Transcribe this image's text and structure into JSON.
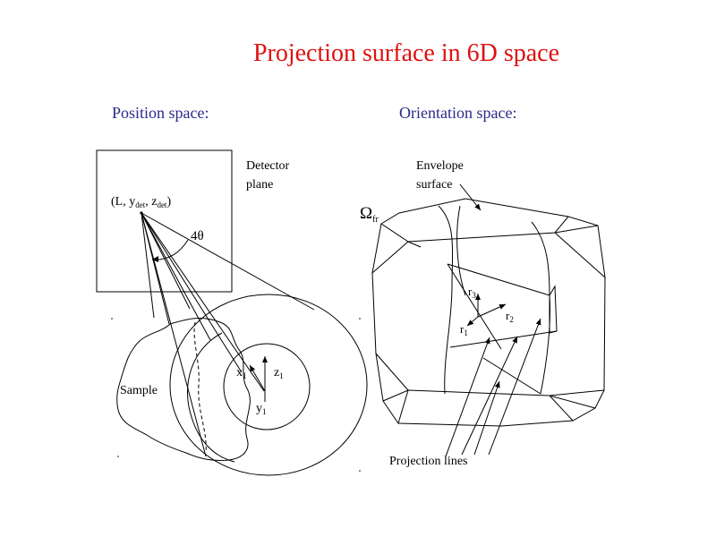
{
  "title": "Projection surface  in 6D space",
  "left_panel": {
    "heading": "Position space:",
    "detector_label_line1": "Detector",
    "detector_label_line2": "plane",
    "point_label": "(L, y",
    "point_sub1": "det",
    "point_mid": ", z",
    "point_sub2": "det",
    "point_end": ")",
    "angle_label": "4θ",
    "sample_label": "Sample",
    "axis_x": "x",
    "axis_y": "y",
    "axis_z": "z",
    "axis_sub": "1"
  },
  "right_panel": {
    "heading": "Orientation space:",
    "envelope_line1": "Envelope",
    "envelope_line2": "surface",
    "omega_symbol": "Ω",
    "omega_sub": "fr",
    "r1": "r",
    "r2": "r",
    "r3": "r",
    "r1_sub": "1",
    "r2_sub": "2",
    "r3_sub": "3",
    "projection_label": "Projection lines"
  }
}
